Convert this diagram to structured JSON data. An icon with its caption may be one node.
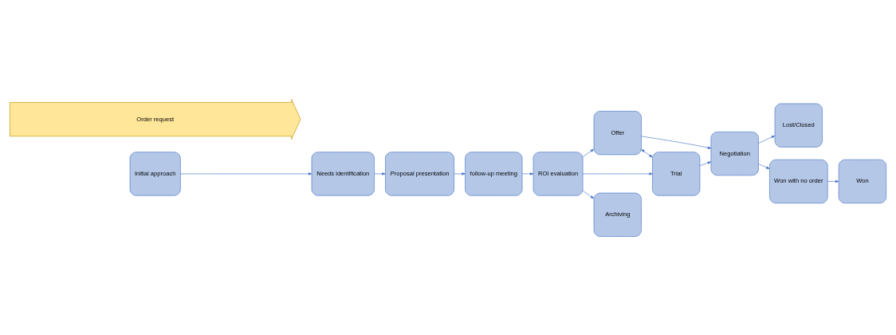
{
  "diagram": {
    "nodes": [
      {
        "text": [
          "Initial approach"
        ]
      },
      {
        "text": [
          "Needs identification"
        ]
      },
      {
        "text": [
          "Proposal presentation"
        ]
      },
      {
        "text": [
          "follow-up meeting"
        ]
      },
      {
        "text": [
          "ROI evaluation"
        ]
      },
      {
        "text": [
          "Offer"
        ]
      },
      {
        "text": [
          "Negotiation"
        ]
      },
      {
        "text": [
          "Lost/Closed"
        ]
      },
      {
        "text": [
          "Trial"
        ]
      },
      {
        "text": [
          "Won with no order"
        ]
      },
      {
        "text": [
          "Won"
        ]
      },
      {
        "text": [
          "Archiving"
        ]
      },
      {
        "text": [
          "Order request"
        ]
      }
    ],
    "edges": [
      {
        "from": 0,
        "to": 1,
        "arrow": "to"
      },
      {
        "from": 1,
        "to": 2,
        "arrow": "to"
      },
      {
        "from": 2,
        "to": 3,
        "arrow": "to"
      },
      {
        "from": 3,
        "to": 4,
        "arrow": "to"
      },
      {
        "from": 4,
        "to": 5,
        "arrow": "to"
      },
      {
        "from": 4,
        "to": 8,
        "arrow": "to"
      },
      {
        "from": 4,
        "to": 11,
        "arrow": "to"
      },
      {
        "from": 5,
        "to": 8,
        "arrow": "both"
      },
      {
        "from": 5,
        "to": 6,
        "arrow": "to"
      },
      {
        "from": 8,
        "to": 6,
        "arrow": "to"
      },
      {
        "from": 6,
        "to": 7,
        "arrow": "to"
      },
      {
        "from": 6,
        "to": 9,
        "arrow": "to"
      },
      {
        "from": 9,
        "to": 10,
        "arrow": "to"
      }
    ]
  }
}
